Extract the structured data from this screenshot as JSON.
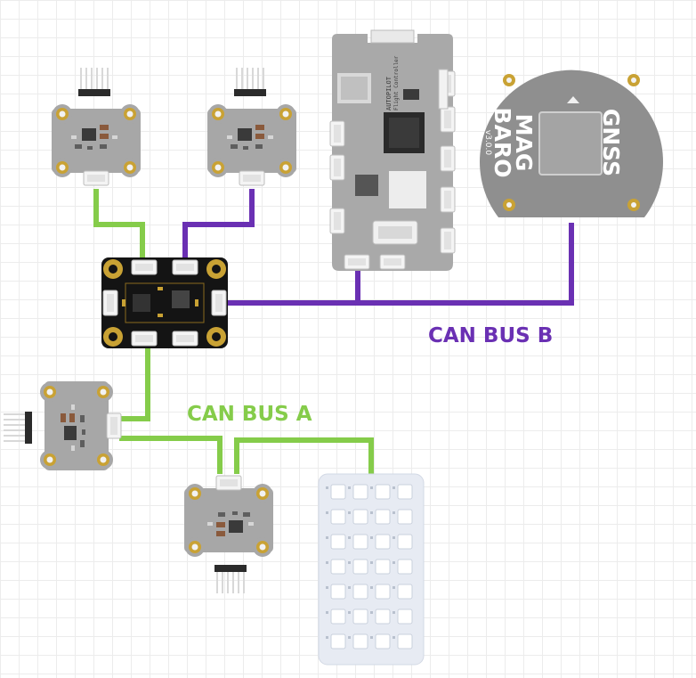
{
  "labels": {
    "can_bus_a": "CAN BUS A",
    "can_bus_b": "CAN BUS B",
    "gnss_module_text": [
      "MAG",
      "BARO",
      "GNSS",
      "v3.0.0"
    ],
    "autopilot_silk": [
      "AUTOPILOT",
      "Flight Controller"
    ]
  },
  "colors": {
    "can_bus_a": "#85cc4a",
    "can_bus_b": "#6a30b3",
    "pcb_grey": "#a9a9a9",
    "pcb_dark": "#141414",
    "gold_pad": "#c9a234",
    "led_panel": "#e7ebf3"
  },
  "components": [
    {
      "id": "esc-node-1",
      "type": "can-node"
    },
    {
      "id": "esc-node-2",
      "type": "can-node"
    },
    {
      "id": "can-splitter",
      "type": "splitter"
    },
    {
      "id": "autopilot",
      "type": "flight-controller"
    },
    {
      "id": "gnss-module",
      "type": "gnss"
    },
    {
      "id": "side-node",
      "type": "can-node"
    },
    {
      "id": "bottom-node",
      "type": "can-node"
    },
    {
      "id": "led-panel",
      "type": "led-matrix",
      "grid": [
        4,
        7
      ]
    }
  ],
  "connections": [
    {
      "from": "esc-node-1",
      "to": "can-splitter",
      "bus": "A"
    },
    {
      "from": "esc-node-2",
      "to": "can-splitter",
      "bus": "B"
    },
    {
      "from": "can-splitter",
      "to": "autopilot",
      "bus": "B"
    },
    {
      "from": "autopilot",
      "to": "gnss-module",
      "bus": "B"
    },
    {
      "from": "can-splitter",
      "to": "side-node",
      "bus": "A"
    },
    {
      "from": "side-node",
      "to": "bottom-node",
      "bus": "A"
    },
    {
      "from": "bottom-node",
      "to": "led-panel",
      "bus": "A"
    }
  ]
}
